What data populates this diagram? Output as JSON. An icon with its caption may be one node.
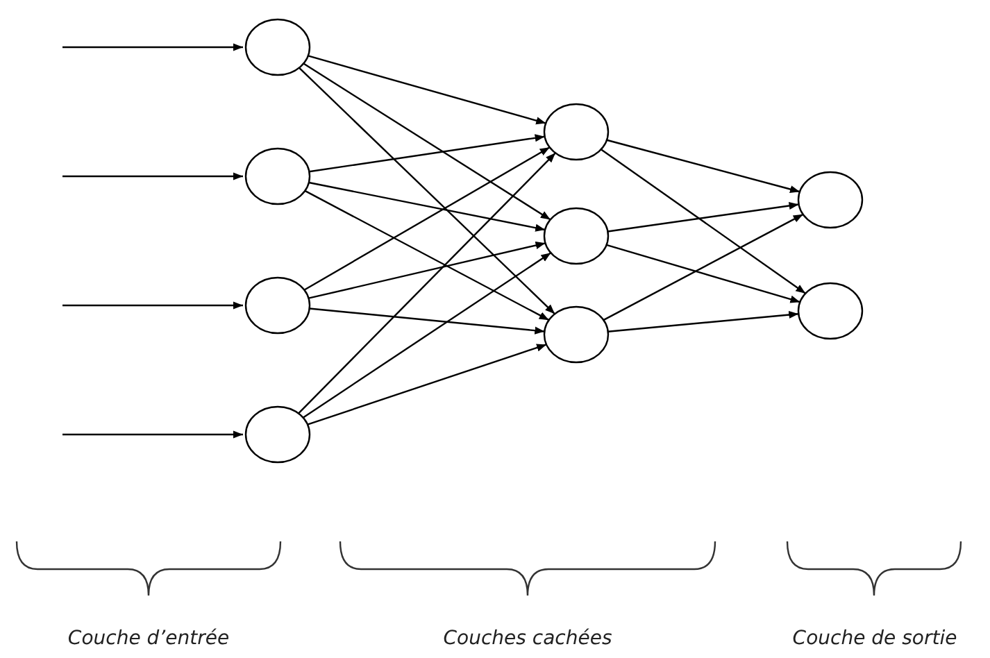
{
  "diagram": {
    "nodes": [
      {
        "text": [],
        "shape": "circle"
      },
      {
        "text": [],
        "shape": "circle"
      },
      {
        "text": [],
        "shape": "circle"
      },
      {
        "text": [],
        "shape": "circle"
      },
      {
        "text": [],
        "shape": "circle"
      },
      {
        "text": [],
        "shape": "circle"
      },
      {
        "text": [],
        "shape": "circle"
      },
      {
        "text": [],
        "shape": "circle"
      },
      {
        "text": [],
        "shape": "circle"
      }
    ],
    "edges": [
      {
        "from": null,
        "to": 0,
        "arrow": "to"
      },
      {
        "from": null,
        "to": 1,
        "arrow": "to"
      },
      {
        "from": null,
        "to": 2,
        "arrow": "to"
      },
      {
        "from": null,
        "to": 3,
        "arrow": "to"
      },
      {
        "from": 0,
        "to": 4,
        "arrow": "to"
      },
      {
        "from": 0,
        "to": 5,
        "arrow": "to"
      },
      {
        "from": 0,
        "to": 6,
        "arrow": "to"
      },
      {
        "from": 1,
        "to": 4,
        "arrow": "to"
      },
      {
        "from": 1,
        "to": 5,
        "arrow": "to"
      },
      {
        "from": 1,
        "to": 6,
        "arrow": "to"
      },
      {
        "from": 2,
        "to": 4,
        "arrow": "to"
      },
      {
        "from": 2,
        "to": 5,
        "arrow": "to"
      },
      {
        "from": 2,
        "to": 6,
        "arrow": "to"
      },
      {
        "from": 3,
        "to": 4,
        "arrow": "to"
      },
      {
        "from": 3,
        "to": 5,
        "arrow": "to"
      },
      {
        "from": 3,
        "to": 6,
        "arrow": "to"
      },
      {
        "from": 4,
        "to": 7,
        "arrow": "to"
      },
      {
        "from": 4,
        "to": 8,
        "arrow": "to"
      },
      {
        "from": 5,
        "to": 7,
        "arrow": "to"
      },
      {
        "from": 5,
        "to": 8,
        "arrow": "to"
      },
      {
        "from": 6,
        "to": 7,
        "arrow": "to"
      },
      {
        "from": 6,
        "to": 8,
        "arrow": "to"
      }
    ],
    "labels": [
      "Couche d’entrée",
      "Couches cachées",
      "Couche de sortie"
    ]
  }
}
